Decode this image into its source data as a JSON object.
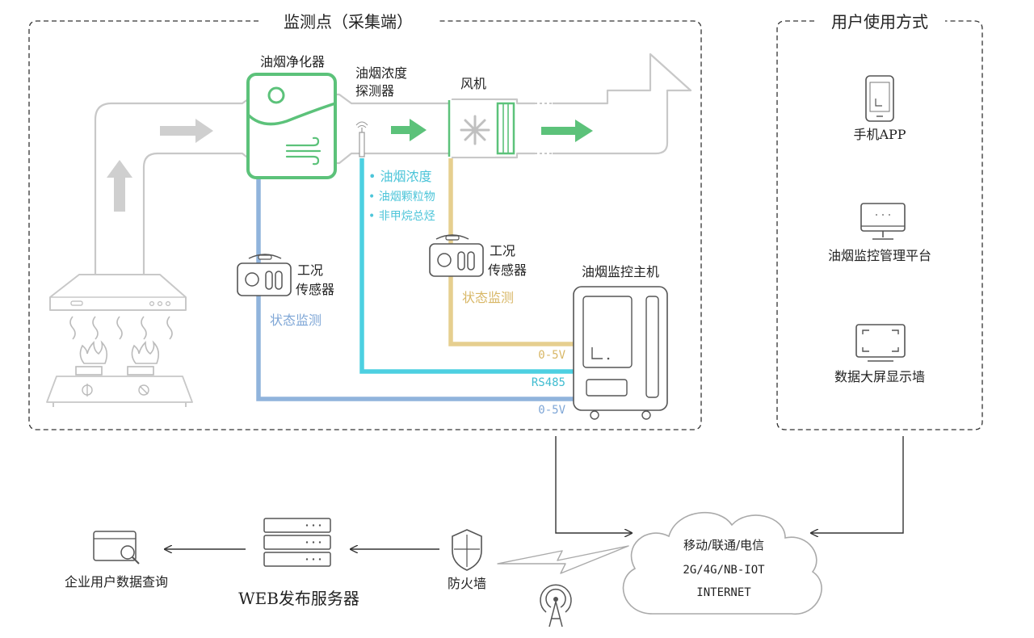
{
  "monitoring_section": {
    "title": "监测点（采集端）"
  },
  "user_section": {
    "title": "用户使用方式"
  },
  "purifier": {
    "label": "油烟净化器"
  },
  "detector": {
    "label_line1": "油烟浓度",
    "label_line2": "探测器"
  },
  "fan": {
    "label": "风机"
  },
  "measured_items": [
    "• 油烟浓度",
    "• 油烟颗粒物",
    "• 非甲烷总烃"
  ],
  "sensor_left": {
    "line1": "工况",
    "line2": "传感器",
    "status": "状态监测"
  },
  "sensor_right": {
    "line1": "工况",
    "line2": "传感器",
    "status": "状态监测"
  },
  "host": {
    "label": "油烟监控主机"
  },
  "signals": {
    "yellow": "0-5V",
    "cyan": "RS485",
    "blue": "0-5V"
  },
  "user_items": [
    {
      "label": "手机APP",
      "icon": "phone-icon"
    },
    {
      "label": "油烟监控管理平台",
      "icon": "monitor-icon"
    },
    {
      "label": "数据大屏显示墙",
      "icon": "screen-wall-icon"
    }
  ],
  "network": {
    "line1": "移动/联通/电信",
    "line2": "2G/4G/NB-IOT",
    "line3": "INTERNET"
  },
  "firewall": {
    "label": "防火墙",
    "icon": "shield-icon"
  },
  "server": {
    "label": "WEB发布服务器",
    "icon": "server-icon"
  },
  "enterprise": {
    "label": "企业用户数据查询",
    "icon": "data-query-icon"
  },
  "colors": {
    "green": "#5cc27a",
    "cyan": "#4dd0e1",
    "blue": "#90b4dc",
    "yellow": "#e6cf8f",
    "gray": "#bdbdbd",
    "dark": "#333333"
  }
}
